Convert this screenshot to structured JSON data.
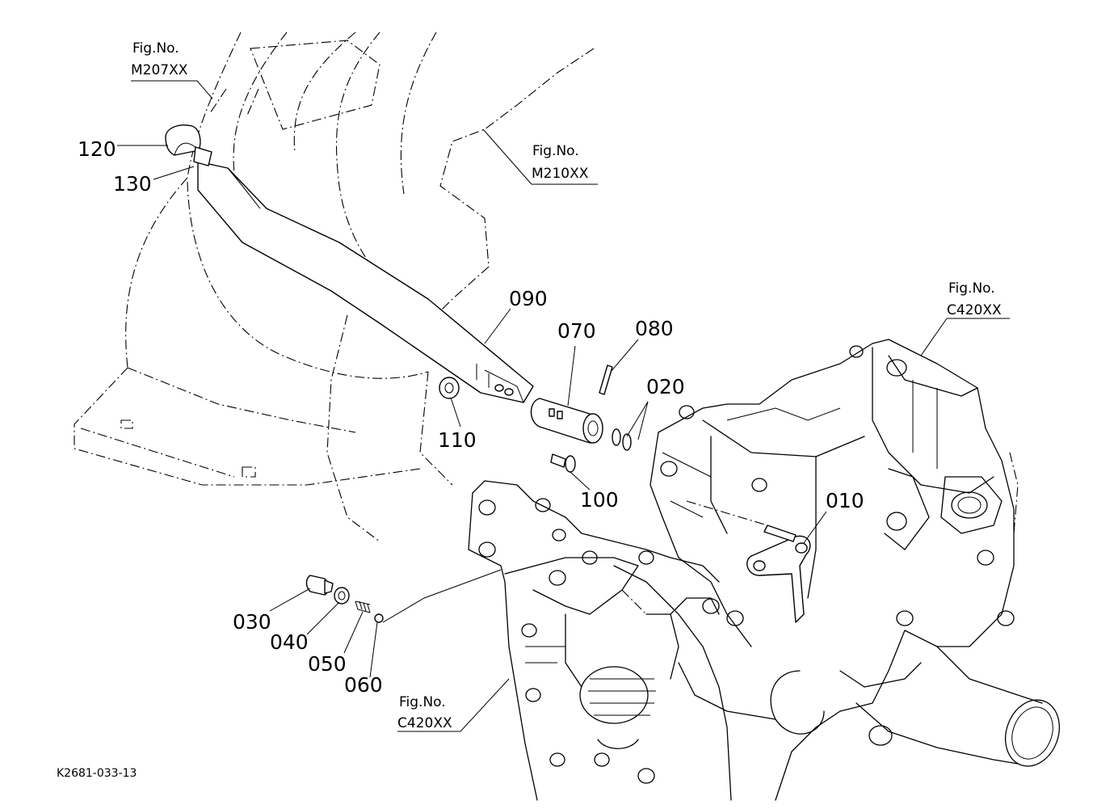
{
  "diagram_code": "K2681-033-13",
  "figure_references": [
    {
      "label": "Fig.No.",
      "code": "M207XX"
    },
    {
      "label": "Fig.No.",
      "code": "M210XX"
    },
    {
      "label": "Fig.No.",
      "code": "C420XX"
    },
    {
      "label": "Fig.No.",
      "code": "C420XX"
    }
  ],
  "parts": [
    {
      "number": "120"
    },
    {
      "number": "130"
    },
    {
      "number": "090"
    },
    {
      "number": "070"
    },
    {
      "number": "080"
    },
    {
      "number": "020"
    },
    {
      "number": "110"
    },
    {
      "number": "100"
    },
    {
      "number": "010"
    },
    {
      "number": "030"
    },
    {
      "number": "040"
    },
    {
      "number": "050"
    },
    {
      "number": "060"
    }
  ]
}
